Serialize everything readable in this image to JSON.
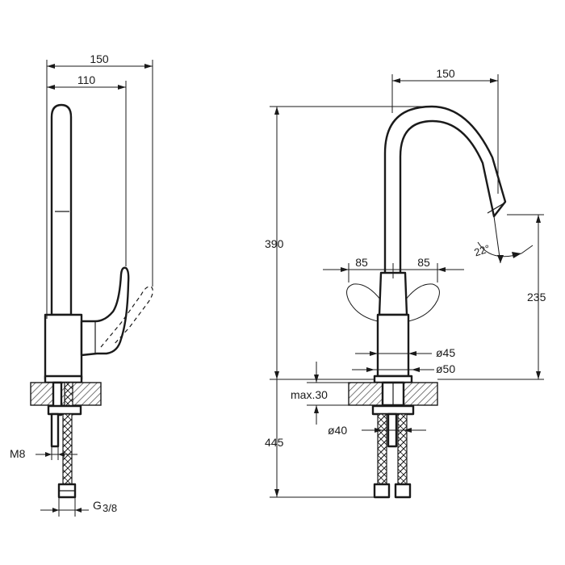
{
  "side_view": {
    "dim_overall_reach": "150",
    "dim_spout_reach": "110",
    "dim_stud_thread": "M8",
    "dim_hose_thread": "G",
    "dim_hose_thread_fraction": "3/8"
  },
  "front_view": {
    "dim_spout_reach": "150",
    "dim_total_height": "390",
    "dim_spout_height": "235",
    "dim_spout_angle": "22°",
    "dim_handle_left": "85",
    "dim_handle_right": "85",
    "dim_body_diameter": "ø45",
    "dim_base_diameter": "ø50",
    "dim_max_deck": "max.30",
    "dim_hole_diameter": "ø40",
    "dim_below_deck": "445"
  }
}
